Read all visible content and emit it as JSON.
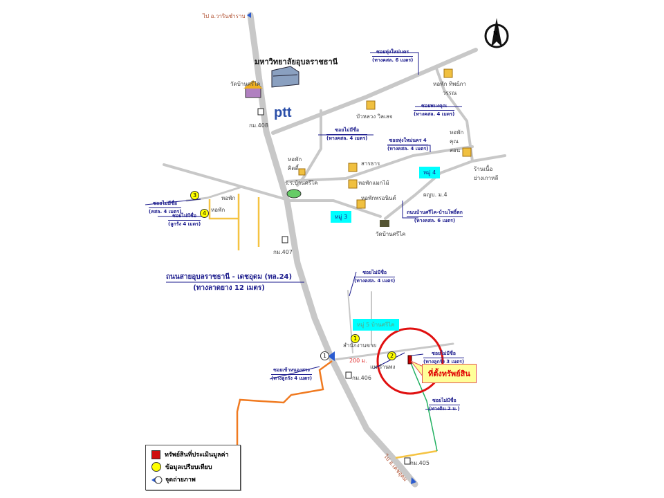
{
  "map": {
    "title": "มหาวิทยาลัยอุบลราชธานี",
    "to_north": "ไป อ.วารินชำราบ",
    "to_south": "ไป อ.เดชอุดม",
    "ptt_logo": "ptt",
    "places": {
      "wat_top": "วัดบ้านศรีไค",
      "km408": "กม.408",
      "km407": "กม.407",
      "km406": "กม.406",
      "km405": "กม.405",
      "dorm_thip": "หอพัก ทิพย์ภาวรรณ",
      "buathong": "บัวหลวง วิลเลจ",
      "dorm_khunsorn": "หอพัก คุณสอน",
      "restaurant": "ร้านเนื้อ ย่างเกาหลี",
      "dorm_kittee": "หอพัก คิตตี้",
      "school": "ร.ร.บ้านศรีไค",
      "sarathan": "สารธาร",
      "dorm_maekmai": "หอพักแมกไม้",
      "dorm_pornnin": "หอพักพรอนินต์",
      "wat_bottom": "วัดบ้านศรีไค",
      "health": "ผญบ. ม.4",
      "dorm_a": "หอพัก",
      "dorm_b": "หอพัก",
      "office": "สำนักงานขาย",
      "shop": "แพ.ร้านพง",
      "distance": "200 ม."
    },
    "roads": {
      "r1": {
        "name": "ซอยทุ่งใหม่นคร",
        "spec": "(ทางคสล. 6 เมตร)"
      },
      "r2": {
        "name": "ซอยพนงคุณ",
        "spec": "(ทางคสล. 4 เมตร)"
      },
      "r3": {
        "name": "ซอยไม่มีชื่อ",
        "spec": "(ทางคสล. 4 เมตร)"
      },
      "r4": {
        "name": "ซอยทุ่งใหม่นคร 4",
        "spec": "(ทางคสล. 4 เมตร)"
      },
      "r5": {
        "name": "ถนนบ้านศรีไค-บ้านโพธิ์ตก",
        "spec": "(ทางคสล. 6 เมตร)"
      },
      "r6": {
        "name": "ซอยไม่มีชื่อ",
        "spec": "(คสล. 4 เมตร)"
      },
      "r7": {
        "name": "ซอยไม่มีชื่อ",
        "spec": "(ลูกรัง 4 เมตร)"
      },
      "r8": {
        "name": "ซอยไม่มีชื่อ",
        "spec": "(ทางคสล. 4 เมตร)"
      },
      "r9": {
        "name": "ซอยเข้าหนองสาง",
        "spec": "(ทางลูกรัง 4 เมตร)"
      },
      "r10": {
        "name": "ซอยไม่มีชื่อ",
        "spec": "(ทางลูกรัง 3 เมตร)"
      },
      "r11": {
        "name": "ซอยไม่มีชื่อ",
        "spec": "(ทางดิน 2 ม.)"
      }
    },
    "highway": {
      "name": "ถนนสายอุบลราชธานี - เดชอุดม (ทล.24)",
      "spec": "(ทางลาดยาง 12 เมตร)"
    },
    "villages": {
      "moo3": "หมู่ 3",
      "moo4": "หมู่ 4",
      "moo_bottom": "หมู่ 5 บ้านศรีไค"
    },
    "markers": {
      "m1": "1",
      "m2": "2",
      "m3": "3",
      "m4": "4",
      "photo1": "1"
    },
    "property_label": "ที่ตั้งทรัพย์สิน",
    "compass": "N"
  },
  "legend": {
    "items": [
      {
        "label": "ทรัพย์สินที่ประเมินมูลค่า",
        "icon": "red-square"
      },
      {
        "label": "ข้อมูลเปรียบเทียบ",
        "icon": "yellow-circle"
      },
      {
        "label": "จุดถ่ายภาพ",
        "icon": "camera-point"
      }
    ]
  },
  "colors": {
    "road": "#c8c8c8",
    "yellow_road": "#f5c342",
    "orange_road": "#f07a20",
    "green_road": "#20b060",
    "circle": "#e01010",
    "label": "#1a1a8c"
  }
}
